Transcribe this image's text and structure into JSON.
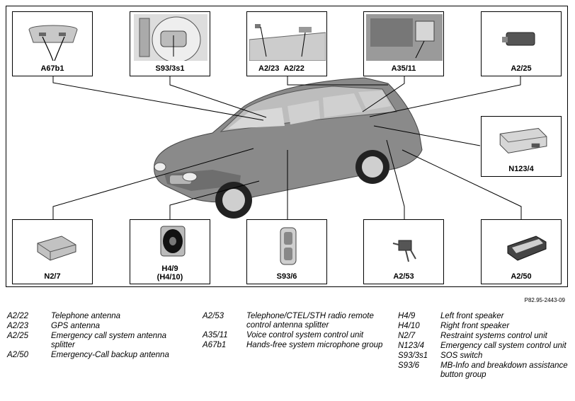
{
  "boxes": {
    "a67b1": "A67b1",
    "s93_3s1": "S93/3s1",
    "a2_23": "A2/23",
    "a2_22": "A2/22",
    "a35_11": "A35/11",
    "a2_25": "A2/25",
    "n123_4": "N123/4",
    "n2_7": "N2/7",
    "h4_9": "H4/9",
    "h4_10": "(H4/10)",
    "s93_6": "S93/6",
    "a2_53": "A2/53",
    "a2_50": "A2/50"
  },
  "reference": "P82.95-2443-09",
  "legend": {
    "col1": [
      {
        "code": "A2/22",
        "desc": "Telephone antenna"
      },
      {
        "code": "A2/23",
        "desc": "GPS antenna"
      },
      {
        "code": "A2/25",
        "desc": "Emergency call system antenna splitter"
      },
      {
        "code": "A2/50",
        "desc": "Emergency-Call backup antenna"
      }
    ],
    "col2": [
      {
        "code": "A2/53",
        "desc": "Telephone/CTEL/STH radio remote control antenna splitter"
      },
      {
        "code": "A35/11",
        "desc": "Voice control system control unit"
      },
      {
        "code": "A67b1",
        "desc": "Hands-free system microphone group"
      }
    ],
    "col3": [
      {
        "code": "H4/9",
        "desc": "Left front speaker"
      },
      {
        "code": "H4/10",
        "desc": "Right front speaker"
      },
      {
        "code": "N2/7",
        "desc": "Restraint systems control unit"
      },
      {
        "code": "N123/4",
        "desc": "Emergency call system control unit"
      },
      {
        "code": "S93/3s1",
        "desc": "SOS switch"
      },
      {
        "code": "S93/6",
        "desc": "MB-Info and breakdown assistance button group"
      }
    ]
  }
}
